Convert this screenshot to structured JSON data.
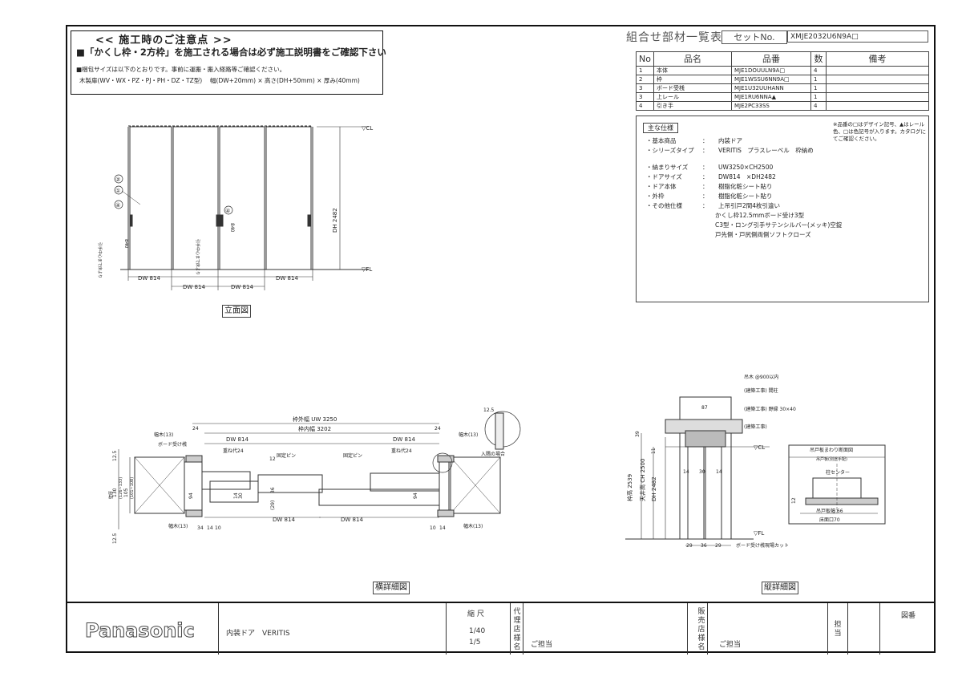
{
  "notice": {
    "title": "<< 施工時のご注意点 >>",
    "warning": "■「かくし枠・2方枠」を施工される場合は必ず施工説明書をご確認下さい",
    "line1": "■梱包サイズは以下のとおりです。事前に運搬・搬入経路等ご確認ください。",
    "line2": "木製扉(WV・WX・PZ・PJ・PH・DZ・TZ型)　 幅(DW+20mm) × 高さ(DH+50mm) × 厚み(40mm)"
  },
  "parts": {
    "title": "組合せ部材一覧表",
    "set_label": "セットNo.",
    "set_no": "XMJE2032U6N9A□",
    "headers": [
      "No",
      "品名",
      "品番",
      "数",
      "備考"
    ],
    "rows": [
      [
        "1",
        "本体",
        "MJE1DOUULN9A□",
        "4",
        ""
      ],
      [
        "2",
        "枠",
        "MJE1WSSU6NN9A□",
        "1",
        ""
      ],
      [
        "3",
        "ボード受桟",
        "MJE1U32UUHANN",
        "1",
        ""
      ],
      [
        "3",
        "上レール",
        "MJE1RU6NNA▲",
        "1",
        ""
      ],
      [
        "4",
        "引き手",
        "MJE2PC33SS",
        "4",
        ""
      ]
    ]
  },
  "spec": {
    "heading": "主な仕様",
    "note": "※品番の□はデザイン記号、▲はレール色、□は色記号が入ります。カタログにてご確認ください。",
    "rows": [
      {
        "k": "・基本商品",
        "v": "内装ドア"
      },
      {
        "k": "・シリーズタイプ",
        "v": "VERITIS　プラスレーベル　枠納め"
      },
      {
        "k": "・納まりサイズ",
        "v": "UW3250×CH2500"
      },
      {
        "k": "・ドアサイズ",
        "v": "DW814　×DH2482"
      },
      {
        "k": "・ドア本体",
        "v": "樹脂化粧シート貼り"
      },
      {
        "k": "・外枠",
        "v": "樹脂化粧シート貼り"
      },
      {
        "k": "・その他仕様",
        "v": "上吊引戸2間4枚引違い"
      }
    ],
    "cont": [
      "かくし枠12.5mmボード受け3型",
      "C3型・ロング引手サテンシルバー(メッキ)空錠",
      "戸先側・戸尻側両側ソフトクローズ"
    ]
  },
  "elevation": {
    "label": "立面図",
    "cl": "▽CL",
    "fl": "▽FL",
    "dh": "DH 2482",
    "dw": "DW 814",
    "handle_h": "840",
    "handle_note": "引手中心まで床より",
    "callouts": [
      "②",
      "①",
      "④",
      "④"
    ]
  },
  "plan": {
    "label": "横詳細図",
    "uw": "枠外幅 UW 3250",
    "inner": "枠内幅 3202",
    "dw": "DW 814",
    "overlap": "重ね代24",
    "pin": "固定ピン",
    "board": "ボード受け桟",
    "haba": "幅木(13)",
    "dims": [
      "24",
      "12.5",
      "130",
      "(126~133)",
      "105",
      "(101~108)",
      "12.5",
      "94",
      "34",
      "14",
      "10",
      "30",
      "14",
      "36",
      "(29)",
      "12"
    ],
    "entrance": "入隅の場合",
    "wall": "壁厚"
  },
  "section": {
    "label": "縦詳細図",
    "ceiling": "吊木 @900以内",
    "work1": "(建築工事) 間柱",
    "work2": "(建築工事) 野縁 30×40",
    "work3": "(建築工事)",
    "cl": "▽CL",
    "fl": "▽FL",
    "uw_h": "枠高 2539",
    "ch": "天井高 CH 2500",
    "dh": "DH 2482",
    "dims": [
      "87",
      "39",
      "11",
      "29",
      "36",
      "29",
      "14",
      "30",
      "14"
    ],
    "cut": "ボード受け桟現場カット",
    "inset_title": "吊戸板まわり断面図",
    "inset_sub": "吊戸板(別途手配)",
    "inset_center": "柱センター",
    "inset_dims": [
      "12",
      "吊戸板幅 66",
      "床面口70"
    ]
  },
  "footer": {
    "logo": "Panasonic",
    "product": "内装ドア　VERITIS",
    "scale_label": "縮 尺",
    "scale_1": "1/40",
    "scale_2": "1/5",
    "agent": "代理店様名",
    "charge": "ご担当",
    "dealer": "販売店様名",
    "charge2": "ご担当",
    "tanto": "担当",
    "zuban": "図番"
  }
}
